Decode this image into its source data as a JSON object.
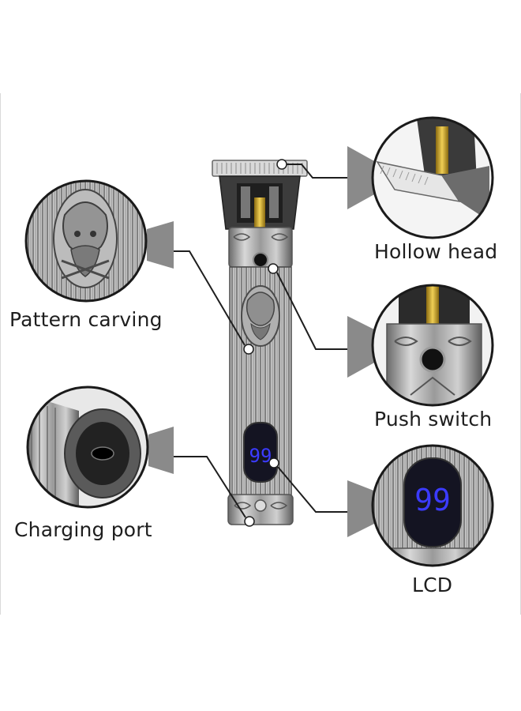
{
  "labels": {
    "hollow_head": "Hollow head",
    "pattern_carving": "Pattern carving",
    "push_switch": "Push switch",
    "charging_port": "Charging port",
    "lcd": "LCD"
  },
  "lcd_readout": "99",
  "colors": {
    "metal_light": "#c9c9c9",
    "metal_dark": "#5a5a5a",
    "lcd_digits": "#3b3bff",
    "lcd_screen": "#141422",
    "gold": "#c9a227",
    "leader_line": "#1e1e1e",
    "callout_wedge": "#8a8a8a"
  }
}
